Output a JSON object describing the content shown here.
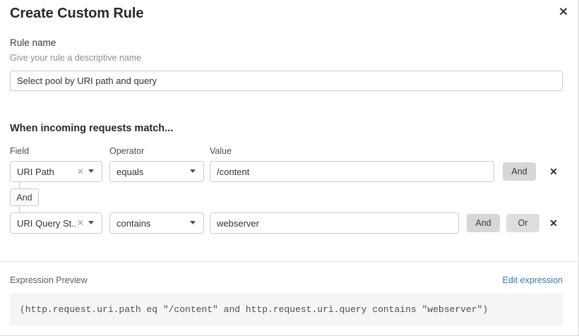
{
  "dialog": {
    "title": "Create Custom Rule",
    "close_icon": "close-icon"
  },
  "rule_name": {
    "label": "Rule name",
    "description": "Give your rule a descriptive name",
    "value": "Select pool by URI path and query",
    "placeholder": "Select pool by URI path and query"
  },
  "match_section": {
    "heading": "When incoming requests match...",
    "columns": {
      "field": "Field",
      "operator": "Operator",
      "value": "Value"
    },
    "rows": [
      {
        "field": "URI Path",
        "field_clear_icon": "clear-x-icon",
        "field_caret_icon": "chevron-down-icon",
        "operator": "equals",
        "operator_caret_icon": "chevron-down-icon",
        "value": "/content",
        "value_placeholder": "Value",
        "logic_buttons": [
          "And"
        ],
        "delete_icon": "delete-x-icon"
      },
      {
        "field": "URI Query St...",
        "field_clear_icon": "clear-x-icon",
        "field_caret_icon": "chevron-down-icon",
        "operator": "contains",
        "operator_caret_icon": "chevron-down-icon",
        "value": "webserver",
        "value_placeholder": "Value",
        "logic_buttons": [
          "And",
          "Or"
        ],
        "delete_icon": "delete-x-icon"
      }
    ],
    "connector": "And"
  },
  "expression": {
    "label": "Expression Preview",
    "edit_link": "Edit expression",
    "code": "(http.request.uri.path eq \"/content\" and http.request.uri.query contains \"webserver\")"
  },
  "colors": {
    "link_blue": "#2f7cad",
    "pill_grey": "#d6d7d9",
    "border_grey": "#c8ccd0",
    "code_bg": "#f5f5f5"
  }
}
